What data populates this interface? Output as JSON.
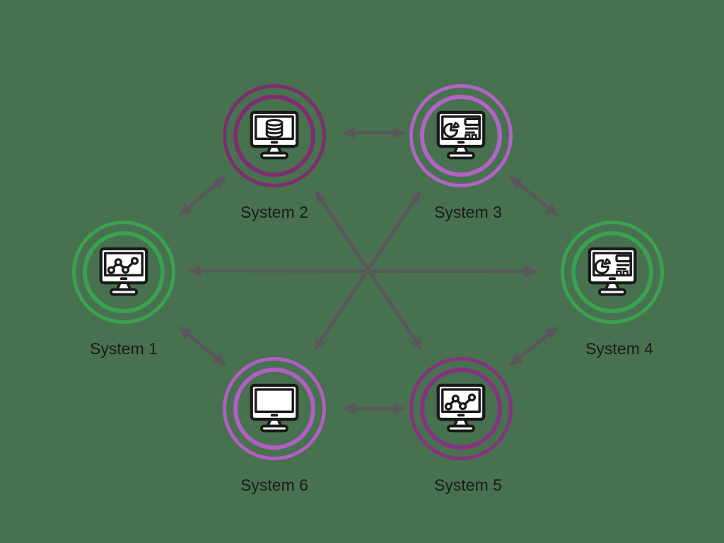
{
  "diagram": {
    "type": "system-integration-network",
    "node_count": 6,
    "connection_style": "bidirectional-arrows"
  },
  "colors": {
    "background": "#48714F",
    "arrow": "#5B555C",
    "icon_stroke": "#1A1A1A",
    "label_text": "#1B1B1B",
    "ring_green": "#3BA151",
    "ring_dark_plum": "#7C2E6F",
    "ring_light_orchid": "#B264C5",
    "ring_medium_plum": "#86337F",
    "ring_bright_orchid": "#B05FC3"
  },
  "nodes": [
    {
      "id": "system-1",
      "label": "System 1",
      "ring_color": "#3BA151",
      "icon": "line-chart-monitor"
    },
    {
      "id": "system-2",
      "label": "System 2",
      "ring_color": "#7C2E6F",
      "icon": "database-monitor"
    },
    {
      "id": "system-3",
      "label": "System 3",
      "ring_color": "#B264C5",
      "icon": "dashboard-monitor"
    },
    {
      "id": "system-4",
      "label": "System 4",
      "ring_color": "#3BA151",
      "icon": "dashboard-monitor"
    },
    {
      "id": "system-5",
      "label": "System 5",
      "ring_color": "#86337F",
      "icon": "line-chart-monitor"
    },
    {
      "id": "system-6",
      "label": "System 6",
      "ring_color": "#B05FC3",
      "icon": "blank-monitor"
    }
  ],
  "connections": [
    {
      "from": "System 1",
      "to": "System 2",
      "style": "double-arrow"
    },
    {
      "from": "System 2",
      "to": "System 3",
      "style": "double-arrow"
    },
    {
      "from": "System 3",
      "to": "System 4",
      "style": "double-arrow"
    },
    {
      "from": "System 4",
      "to": "System 5",
      "style": "double-arrow"
    },
    {
      "from": "System 5",
      "to": "System 6",
      "style": "double-arrow"
    },
    {
      "from": "System 6",
      "to": "System 1",
      "style": "double-arrow"
    },
    {
      "from": "System 1",
      "to": "System 4",
      "style": "double-arrow"
    },
    {
      "from": "System 2",
      "to": "System 5",
      "style": "double-arrow"
    },
    {
      "from": "System 3",
      "to": "System 6",
      "style": "double-arrow"
    }
  ]
}
